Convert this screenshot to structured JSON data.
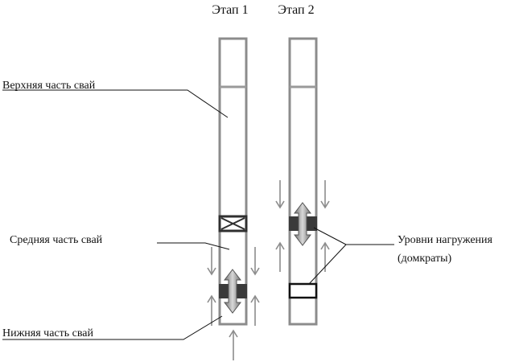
{
  "titles": {
    "stage1": "Этап 1",
    "stage2": "Этап 2"
  },
  "labels": {
    "upper": "Верхняя часть свай",
    "middle": "Средняя часть свай",
    "lower": "Нижняя часть свай",
    "levels_line1": "Уровни нагружения",
    "levels_line2": "(домкраты)"
  },
  "colors": {
    "pile_outline": "#8c8c8c",
    "arrow": "#8c8c8c",
    "jack_fill": "#3a3a3a",
    "text": "#111111",
    "leader": "#111111"
  },
  "icons": {
    "double_arrow": "up-down-double-arrow-icon",
    "crossed_box": "crossed-box-icon",
    "open_box": "empty-jack-box-icon"
  }
}
